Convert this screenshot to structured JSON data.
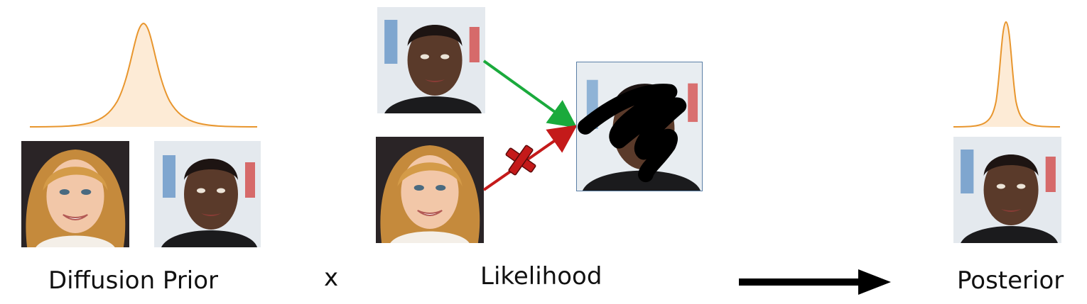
{
  "labels": {
    "prior": "Diffusion Prior",
    "times": "x",
    "likelihood": "Likelihood",
    "posterior": "Posterior"
  },
  "colors": {
    "curve_stroke": "#e8962e",
    "curve_fill": "#fdebd6",
    "match_arrow": "#1aaa3c",
    "reject_arrow": "#c41a1a",
    "result_arrow": "#000000",
    "measurement_border": "#5b7fa6"
  },
  "icons": {
    "prior_distribution": "bell-curve-icon",
    "posterior_distribution": "bell-curve-icon",
    "reject_mark": "x-mark-icon",
    "implies": "right-arrow-icon"
  }
}
